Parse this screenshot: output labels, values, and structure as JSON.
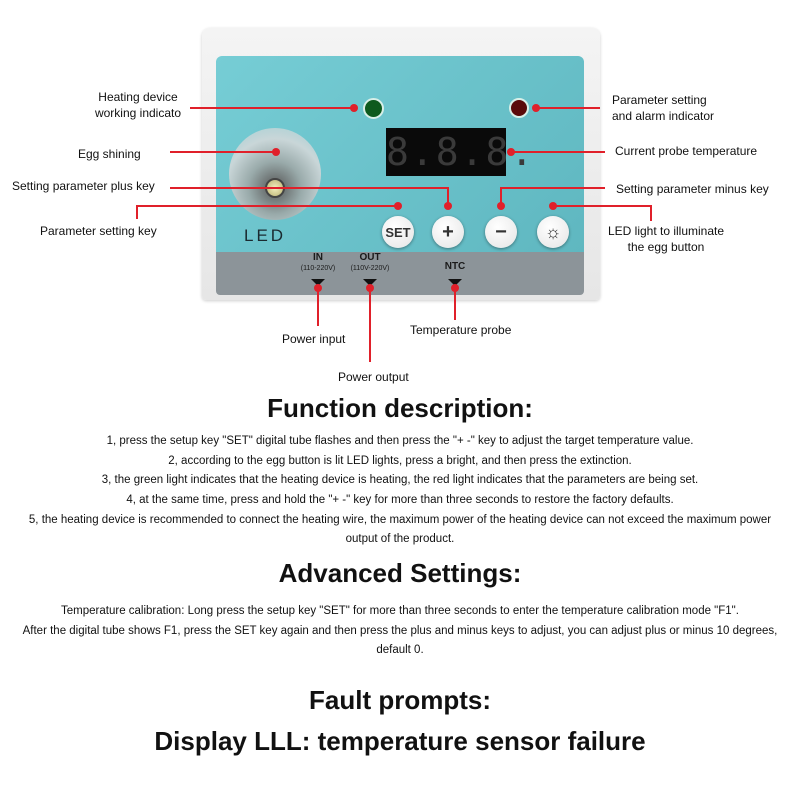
{
  "device": {
    "display": "8.8.8.",
    "led_text": "LED",
    "buttons": {
      "set": "SET",
      "plus": "+",
      "minus": "−",
      "light": "☼"
    },
    "ports": {
      "in": "IN",
      "in_range": "(110-220V)",
      "out": "OUT",
      "out_range": "(110V-220V)",
      "ntc": "NTC"
    },
    "colors": {
      "panel": "#6cc3cc",
      "green_led": "#0d5a1e",
      "red_led": "#5a0a0a",
      "callout": "#e0202a"
    }
  },
  "callouts": {
    "heating_indicator": [
      "Heating device",
      "working indicato"
    ],
    "egg_shining": "Egg shining",
    "plus_key": "Setting parameter plus key",
    "set_key": "Parameter setting key",
    "alarm_indicator": [
      "Parameter setting",
      "and alarm indicator"
    ],
    "probe_temp": "Current probe temperature",
    "minus_key": "Setting parameter minus key",
    "led_button": [
      "LED light to illuminate",
      "the egg button"
    ],
    "power_input": "Power input",
    "power_output": "Power output",
    "temp_probe": "Temperature probe"
  },
  "function": {
    "title": "Function description:",
    "lines": [
      "1, press the setup key \"SET\" digital tube flashes and then press the \"+ -\" key to adjust the target temperature value.",
      "2, according to the egg button is lit LED lights, press a bright, and then press the extinction.",
      "3, the green light indicates that the heating device is heating, the red light indicates that the parameters are being set.",
      "4, at the same time, press and hold the \"+ -\" key for more than three seconds to restore the factory defaults.",
      "5, the heating device is recommended to connect the heating wire, the maximum power of the heating device can not exceed the maximum power",
      "output of the product."
    ]
  },
  "advanced": {
    "title": "Advanced Settings:",
    "lines": [
      "Temperature calibration: Long press the setup key \"SET\" for more than three seconds to enter the temperature calibration mode \"F1\".",
      "After the digital tube shows F1, press the SET key again and then press the plus and minus keys to adjust, you can adjust plus or minus 10 degrees,",
      "default 0."
    ]
  },
  "fault": {
    "title": "Fault prompts:",
    "line": "Display LLL: temperature sensor failure"
  }
}
